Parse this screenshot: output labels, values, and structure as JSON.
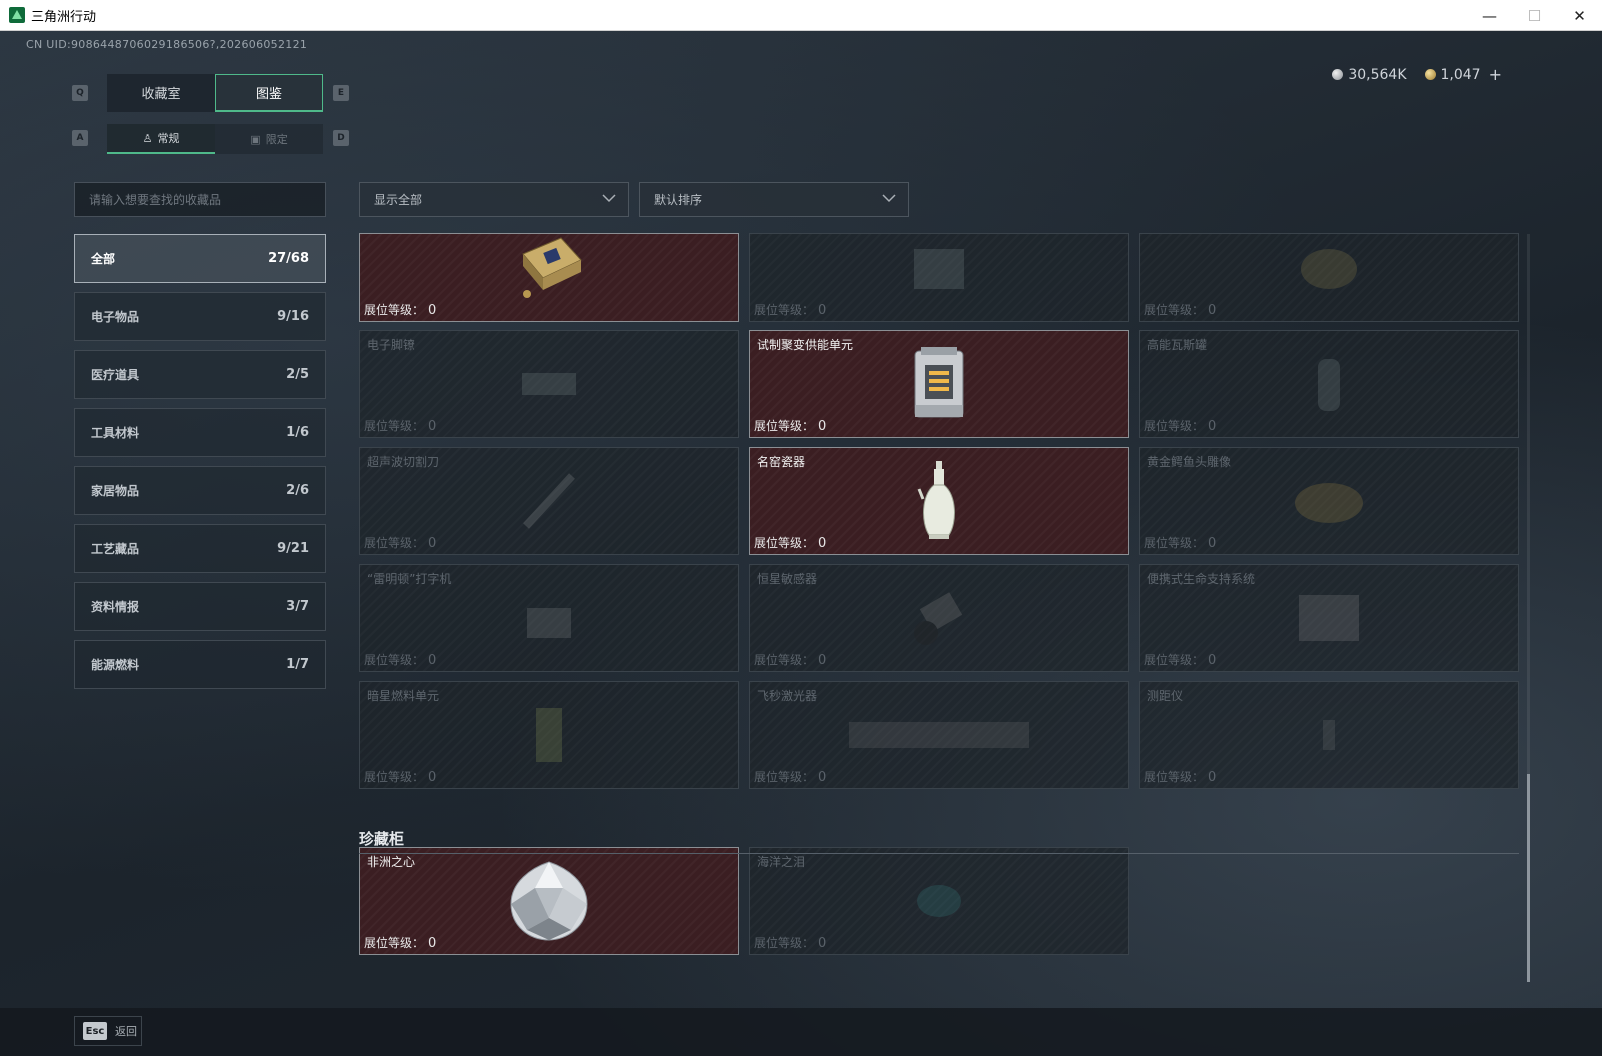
{
  "window": {
    "title": "三角洲行动",
    "minimize": "—",
    "maximize": "☐",
    "close": "✕"
  },
  "uid": "CN UID:9086448706029186506?,202606052121",
  "currency": {
    "silver": "30,564K",
    "gold": "1,047",
    "add": "+"
  },
  "keys": {
    "prev_tab": "Q",
    "next_tab": "E",
    "prev_sub": "A",
    "next_sub": "D"
  },
  "tabs": [
    {
      "label": "收藏室",
      "active": false
    },
    {
      "label": "图鉴",
      "active": true
    }
  ],
  "subtabs": [
    {
      "label": "常规",
      "active": true
    },
    {
      "label": "限定",
      "active": false
    }
  ],
  "search": {
    "placeholder": "请输入想要查找的收藏品"
  },
  "filters": {
    "show": "显示全部",
    "sort": "默认排序"
  },
  "categories": [
    {
      "label": "全部",
      "count": "27/68",
      "active": true
    },
    {
      "label": "电子物品",
      "count": "9/16"
    },
    {
      "label": "医疗道具",
      "count": "2/5"
    },
    {
      "label": "工具材料",
      "count": "1/6"
    },
    {
      "label": "家居物品",
      "count": "2/6"
    },
    {
      "label": "工艺藏品",
      "count": "9/21"
    },
    {
      "label": "资料情报",
      "count": "3/7"
    },
    {
      "label": "能源燃料",
      "count": "1/7"
    }
  ],
  "level_label": "展位等级：",
  "items": [
    {
      "name": "",
      "level": "0",
      "owned": true,
      "icon": "device-icon"
    },
    {
      "name": "",
      "level": "0",
      "owned": false,
      "icon": "device-icon"
    },
    {
      "name": "",
      "level": "0",
      "owned": false,
      "icon": "dragon-icon"
    },
    {
      "name": "电子脚镣",
      "level": "0",
      "owned": false,
      "icon": "device-icon"
    },
    {
      "name": "试制聚变供能单元",
      "level": "0",
      "owned": true,
      "icon": "fusion-cell-icon"
    },
    {
      "name": "高能瓦斯罐",
      "level": "0",
      "owned": false,
      "icon": "gas-can-icon"
    },
    {
      "name": "超声波切割刀",
      "level": "0",
      "owned": false,
      "icon": "knife-icon"
    },
    {
      "name": "名窑瓷器",
      "level": "0",
      "owned": true,
      "icon": "vase-icon"
    },
    {
      "name": "黄金鳄鱼头雕像",
      "level": "0",
      "owned": false,
      "icon": "statue-icon"
    },
    {
      "name": "“雷明顿”打字机",
      "level": "0",
      "owned": false,
      "icon": "typewriter-icon"
    },
    {
      "name": "恒星敏感器",
      "level": "0",
      "owned": false,
      "icon": "sensor-icon"
    },
    {
      "name": "便携式生命支持系统",
      "level": "0",
      "owned": false,
      "icon": "life-support-icon"
    },
    {
      "name": "暗星燃料单元",
      "level": "0",
      "owned": false,
      "icon": "fuel-cell-icon"
    },
    {
      "name": "飞秒激光器",
      "level": "0",
      "owned": false,
      "icon": "laser-icon"
    },
    {
      "name": "测距仪",
      "level": "0",
      "owned": false,
      "icon": "rangefinder-icon"
    }
  ],
  "vault": {
    "title": "珍藏柜",
    "items": [
      {
        "name": "非洲之心",
        "level": "0",
        "owned": true,
        "icon": "diamond-icon"
      },
      {
        "name": "海洋之泪",
        "level": "0",
        "owned": false,
        "icon": "gem-icon"
      }
    ]
  },
  "footer": {
    "esc_key": "Esc",
    "back_label": "返回"
  }
}
